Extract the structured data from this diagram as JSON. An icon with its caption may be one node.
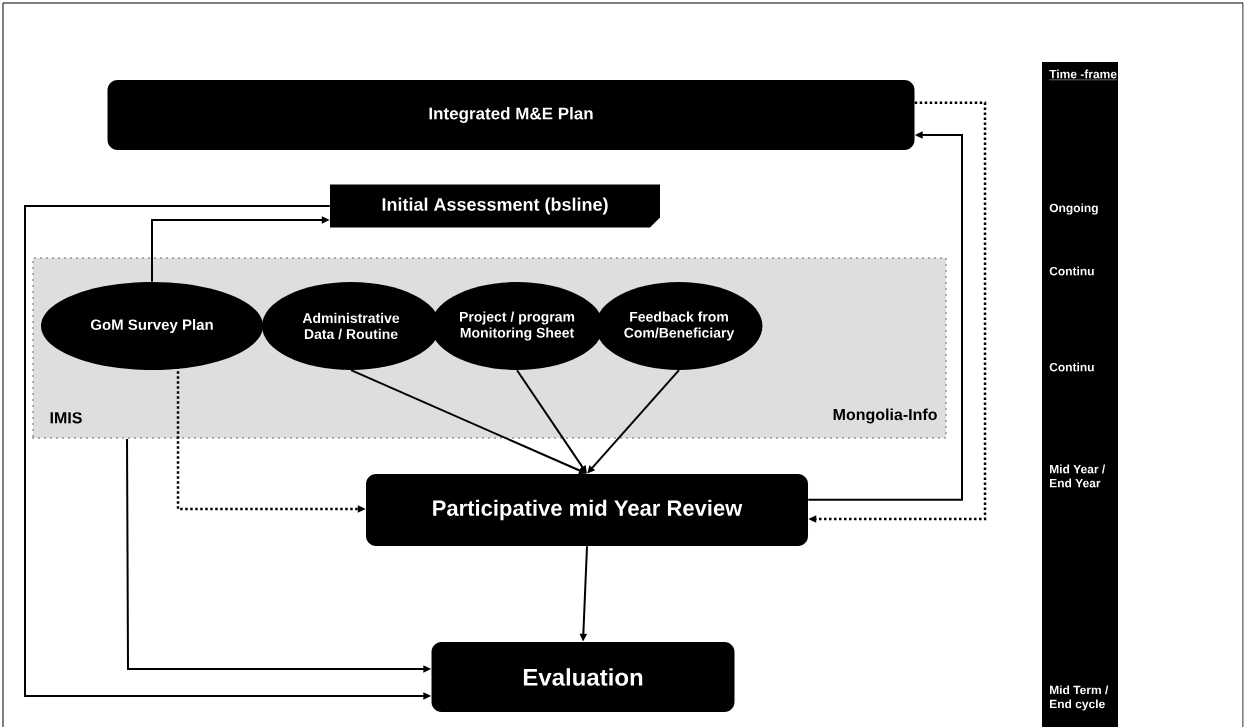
{
  "diagram": {
    "nodes": [
      {
        "text": [
          "Integrated M&E Plan"
        ]
      },
      {
        "text": [
          "Initial Assessment (bsline)"
        ]
      },
      {
        "text": [
          "IMIS",
          "Mongolia-Info"
        ]
      },
      {
        "text": [
          "GoM Survey Plan"
        ],
        "in": 2
      },
      {
        "text": [
          "Administrative Data / Routine"
        ],
        "in": 2
      },
      {
        "text": [
          "Project / program Monitoring Sheet"
        ],
        "in": 2
      },
      {
        "text": [
          "Feedback from Com/Beneficiary"
        ],
        "in": 2
      },
      {
        "text": [
          "Participative mid Year Review"
        ]
      },
      {
        "text": [
          "Evaluation"
        ]
      },
      {
        "text": [
          "Time -frame",
          "Ongoing",
          "Continu",
          "Continu",
          "Mid Year / End Year",
          "Mid Term / End cycle"
        ]
      }
    ],
    "edges": [
      {
        "from": 3,
        "to": 1,
        "arrow": "to"
      },
      {
        "from": 1,
        "to": 8,
        "arrow": "to"
      },
      {
        "from": 2,
        "to": 8,
        "arrow": "to"
      },
      {
        "from": 3,
        "to": 7,
        "arrow": "to",
        "style": "dashed"
      },
      {
        "from": 4,
        "to": 7,
        "arrow": "to"
      },
      {
        "from": 5,
        "to": 7,
        "arrow": "to"
      },
      {
        "from": 6,
        "to": 7,
        "arrow": "to"
      },
      {
        "from": 7,
        "to": 0,
        "arrow": "to"
      },
      {
        "from": 0,
        "to": 7,
        "arrow": "to",
        "style": "dashed"
      },
      {
        "from": 7,
        "to": 8,
        "arrow": "to"
      }
    ]
  }
}
